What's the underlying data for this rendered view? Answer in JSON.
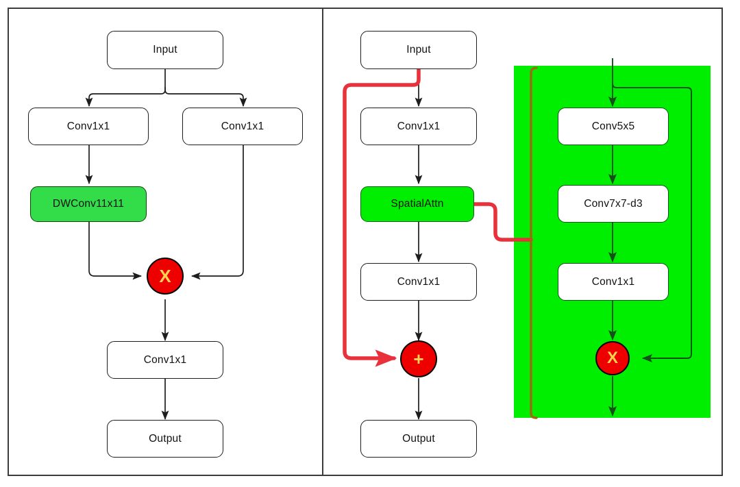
{
  "figure": {
    "title": "Two convolutional attention block architecture diagrams",
    "panels": [
      {
        "id": "left-panel",
        "nodes": [
          {
            "id": "l-input",
            "label": "Input"
          },
          {
            "id": "l-conv-a",
            "label": "Conv1x1"
          },
          {
            "id": "l-conv-b",
            "label": "Conv1x1"
          },
          {
            "id": "l-dwconv",
            "label": "DWConv11x11"
          },
          {
            "id": "l-mul",
            "label": "X"
          },
          {
            "id": "l-conv-c",
            "label": "Conv1x1"
          },
          {
            "id": "l-output",
            "label": "Output"
          }
        ]
      },
      {
        "id": "right-panel",
        "nodes": [
          {
            "id": "r-input",
            "label": "Input"
          },
          {
            "id": "r-conv-a",
            "label": "Conv1x1"
          },
          {
            "id": "r-spattn",
            "label": "SpatialAttn"
          },
          {
            "id": "r-conv-b",
            "label": "Conv1x1"
          },
          {
            "id": "r-add",
            "label": "+"
          },
          {
            "id": "r-output",
            "label": "Output"
          },
          {
            "id": "g-conv5",
            "label": "Conv5x5"
          },
          {
            "id": "g-conv7d3",
            "label": "Conv7x7-d3"
          },
          {
            "id": "g-conv1",
            "label": "Conv1x1"
          },
          {
            "id": "g-mul",
            "label": "X"
          }
        ]
      }
    ]
  },
  "colors": {
    "highlight_green": "#00ee00",
    "node_green": "#33dd4a",
    "op_red": "#ee0000",
    "op_glyph": "#ffd24d",
    "skip_red": "#e8313a",
    "wire_dark": "#1d1d1d",
    "frame": "#3b3b3b"
  }
}
